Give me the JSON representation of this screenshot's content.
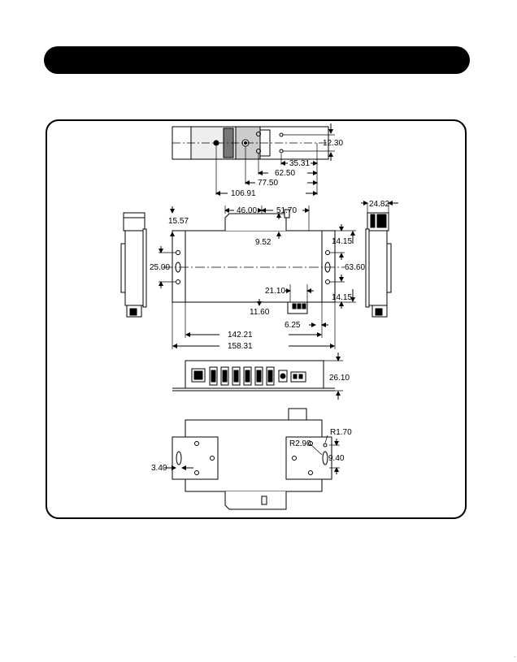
{
  "header": {
    "title": ""
  },
  "dimensions": {
    "top_view": [
      "12.30",
      "35.31",
      "62.50",
      "77.50",
      "106.91"
    ],
    "left_side_width": "24.82",
    "front_top": [
      "46.00",
      "51.70",
      "15.57",
      "9.52",
      "14.15"
    ],
    "front_left": "25.00",
    "front_right": [
      "63.60",
      "14.15"
    ],
    "front_bottom": [
      "21.10",
      "11.60",
      "6.25",
      "142.21",
      "158.31"
    ],
    "port_view_height": "26.10",
    "bottom_view": [
      "R1.70",
      "R2.90",
      "9.40",
      "3.40"
    ]
  },
  "page_marker": "."
}
